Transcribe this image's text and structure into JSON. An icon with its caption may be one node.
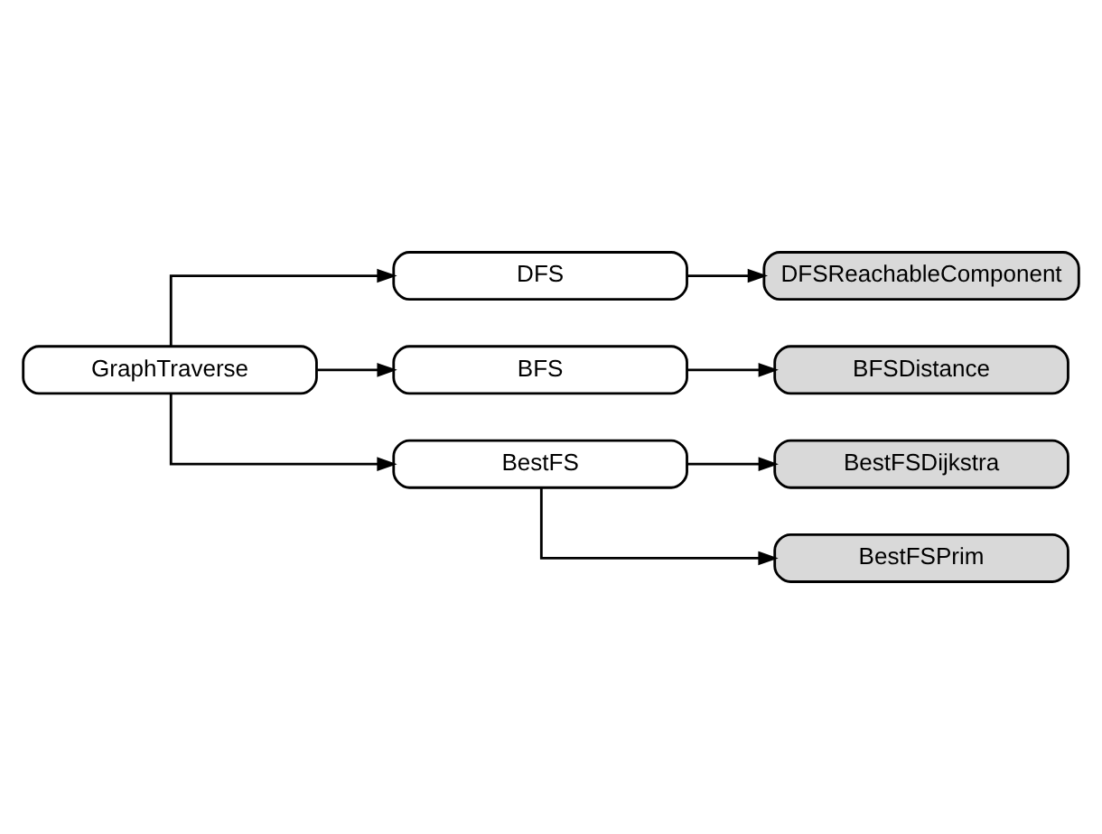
{
  "diagram": {
    "nodes": [
      {
        "text": [
          "GraphTraverse"
        ]
      },
      {
        "text": [
          "DFS"
        ]
      },
      {
        "text": [
          "DFSReachableComponent"
        ]
      },
      {
        "text": [
          "BFS"
        ]
      },
      {
        "text": [
          "BFSDistance"
        ]
      },
      {
        "text": [
          "BestFS"
        ]
      },
      {
        "text": [
          "BestFSDijkstra"
        ]
      },
      {
        "text": [
          "BestFSPrim"
        ]
      }
    ],
    "edges": [
      {
        "from": 0,
        "to": 1,
        "arrow": "to"
      },
      {
        "from": 1,
        "to": 2,
        "arrow": "to"
      },
      {
        "from": 0,
        "to": 3,
        "arrow": "to"
      },
      {
        "from": 3,
        "to": 4,
        "arrow": "to"
      },
      {
        "from": 0,
        "to": 5,
        "arrow": "to"
      },
      {
        "from": 5,
        "to": 6,
        "arrow": "to"
      },
      {
        "from": 5,
        "to": 7,
        "arrow": "to"
      }
    ]
  }
}
